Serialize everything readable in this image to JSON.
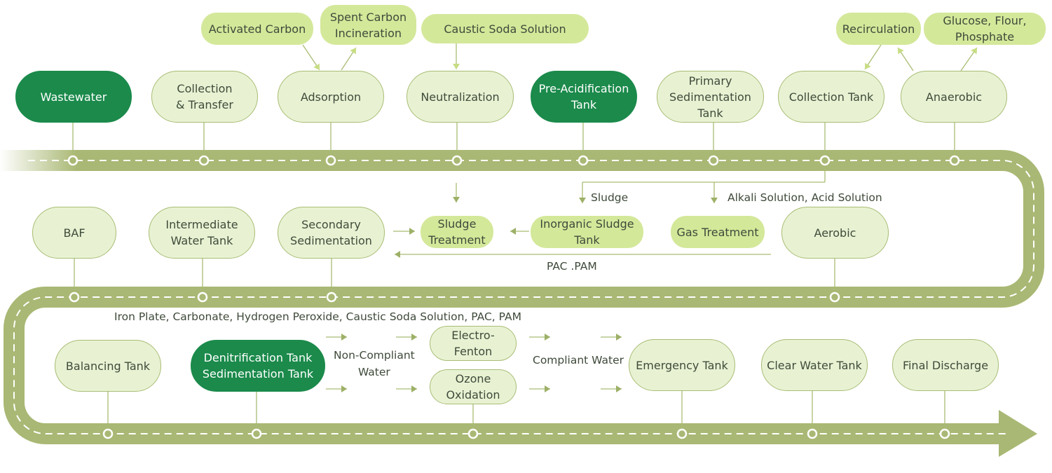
{
  "diagram": {
    "type": "process-flow",
    "colors": {
      "road": "#a9b874",
      "highlight_node": "#1b8a4b",
      "process_node_fill": "#e8f2d3",
      "input_node_fill": "#d4e89a",
      "connector": "#a9bc74",
      "text": "#3f4a3a"
    },
    "row1": {
      "nodes": [
        {
          "id": "wastewater",
          "label": "Wastewater",
          "style": "highlight"
        },
        {
          "id": "collection-transfer",
          "label": "Collection\n& Transfer",
          "style": "process"
        },
        {
          "id": "adsorption",
          "label": "Adsorption",
          "style": "process"
        },
        {
          "id": "neutralization",
          "label": "Neutralization",
          "style": "process"
        },
        {
          "id": "pre-acidification",
          "label": "Pre-Acidification\nTank",
          "style": "highlight"
        },
        {
          "id": "primary-sedimentation",
          "label": "Primary\nSedimentation\nTank",
          "style": "process"
        },
        {
          "id": "collection-tank",
          "label": "Collection Tank",
          "style": "process"
        },
        {
          "id": "anaerobic",
          "label": "Anaerobic",
          "style": "process"
        }
      ],
      "inputs": [
        {
          "id": "activated-carbon",
          "label": "Activated Carbon"
        },
        {
          "id": "spent-carbon",
          "label": "Spent Carbon\nIncineration"
        },
        {
          "id": "caustic-soda",
          "label": "Caustic Soda Solution"
        },
        {
          "id": "recirculation",
          "label": "Recirculation"
        },
        {
          "id": "glucose",
          "label": "Glucose, Flour,\nPhosphate"
        }
      ]
    },
    "row2": {
      "nodes": [
        {
          "id": "baf",
          "label": "BAF",
          "style": "process"
        },
        {
          "id": "intermediate-water-tank",
          "label": "Intermediate\nWater Tank",
          "style": "process"
        },
        {
          "id": "secondary-sedimentation",
          "label": "Secondary\nSedimentation",
          "style": "process"
        },
        {
          "id": "aerobic",
          "label": "Aerobic",
          "style": "process"
        }
      ],
      "subs": [
        {
          "id": "sludge-treatment",
          "label": "Sludge\nTreatment"
        },
        {
          "id": "inorganic-sludge-tank",
          "label": "Inorganic Sludge\nTank"
        },
        {
          "id": "gas-treatment",
          "label": "Gas Treatment"
        }
      ],
      "labels": {
        "sludge": "Sludge",
        "alkali_acid": "Alkali Solution, Acid Solution",
        "pac_pam": "PAC .PAM"
      }
    },
    "row3": {
      "nodes": [
        {
          "id": "balancing-tank",
          "label": "Balancing Tank",
          "style": "process"
        },
        {
          "id": "denitrification",
          "label": "Denitrification Tank\nSedimentation Tank",
          "style": "highlight"
        },
        {
          "id": "electro-fenton",
          "label": "Electro-\nFenton",
          "style": "process"
        },
        {
          "id": "ozone-oxidation",
          "label": "Ozone\nOxidation",
          "style": "process"
        },
        {
          "id": "emergency-tank",
          "label": "Emergency Tank",
          "style": "process"
        },
        {
          "id": "clear-water-tank",
          "label": "Clear Water Tank",
          "style": "process"
        },
        {
          "id": "final-discharge",
          "label": "Final Discharge",
          "style": "process"
        }
      ],
      "labels": {
        "chemicals": "Iron Plate, Carbonate, Hydrogen Peroxide, Caustic Soda Solution, PAC, PAM",
        "non_compliant": "Non-Compliant\nWater",
        "compliant": "Compliant Water"
      }
    }
  }
}
